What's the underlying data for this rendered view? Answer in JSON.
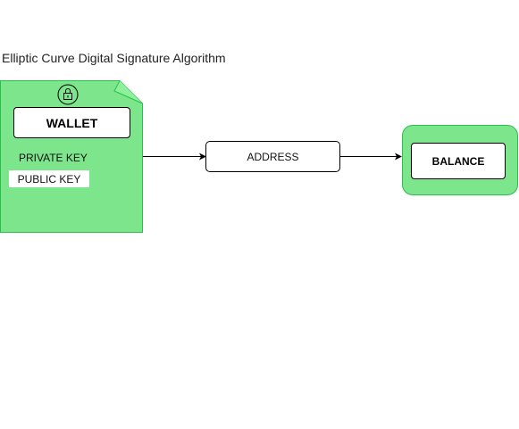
{
  "diagram": {
    "title": "Elliptic Curve Digital Signature Algorithm",
    "wallet": {
      "icon": "lock-icon",
      "label": "WALLET",
      "private_key_label": "PRIVATE KEY",
      "public_key_label": "PUBLIC KEY"
    },
    "address": {
      "label": "ADDRESS"
    },
    "balance": {
      "label": "BALANCE"
    },
    "colors": {
      "green_fill": "#7de58c",
      "green_stroke": "#27c04a",
      "line": "#000000"
    }
  }
}
